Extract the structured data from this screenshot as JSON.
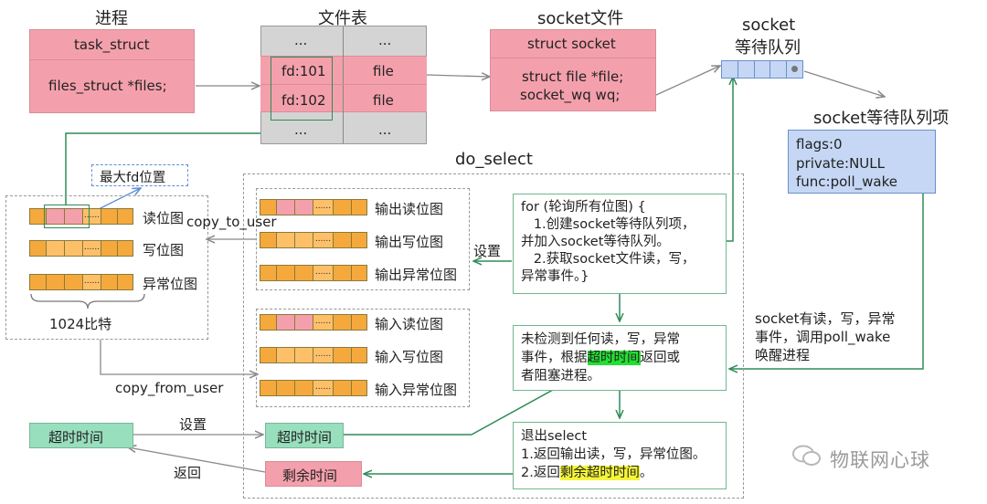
{
  "titles": {
    "process": "进程",
    "file_table": "文件表",
    "socket_file": "socket文件",
    "socket_wait_queue": [
      "socket",
      "等待队列"
    ],
    "socket_wait_item": "socket等待队列项",
    "do_select": "do_select"
  },
  "process": {
    "header": "task_struct",
    "body": "files_struct   *files;"
  },
  "file_table": {
    "top": [
      "...",
      "..."
    ],
    "rows": [
      {
        "fd": "fd:101",
        "file": "file"
      },
      {
        "fd": "fd:102",
        "file": "file"
      }
    ],
    "bottom": [
      "...",
      "..."
    ]
  },
  "socket": {
    "header": "struct socket",
    "lines": [
      "struct file *file;",
      "socket_wq wq;"
    ]
  },
  "wait_item": {
    "lines": [
      "flags:0",
      "private:NULL",
      "func:poll_wake"
    ]
  },
  "max_fd_label": "最大fd位置",
  "user_bitmaps": {
    "labels": [
      "读位图",
      "写位图",
      "异常位图"
    ],
    "bits_label": "1024比特"
  },
  "dots": "......",
  "output_bitmaps": [
    "输出读位图",
    "输出写位图",
    "输出异常位图"
  ],
  "input_bitmaps": [
    "输入读位图",
    "输入写位图",
    "输入异常位图"
  ],
  "arrows": {
    "copy_to_user": "copy_to_user",
    "copy_from_user": "copy_from_user",
    "set1": "设置",
    "set2": "设置",
    "return": "返回"
  },
  "timeout": {
    "user": "超时时间",
    "kernel": "超时时间",
    "remaining": "剩余时间"
  },
  "loop_box": {
    "lines": [
      "for (轮询所有位图) {",
      "   1.创建socket等待队列项，",
      "并加入socket等待队列。",
      "   2.获取socket文件读，写，",
      "异常事件。}"
    ]
  },
  "check_box": {
    "line1": "未检测到任何读，写，异常",
    "line2_pre": "事件，根据",
    "line2_hl": "超时时间",
    "line2_post": "返回或",
    "line3": "者阻塞进程。"
  },
  "exit_box": {
    "line1": "退出select",
    "line2": "1.返回输出读，写，异常位图。",
    "line3_pre": "2.返回",
    "line3_hl": "剩余超时时间",
    "line3_post": "。"
  },
  "wake_note": [
    "socket有读，写，异常",
    "事件，调用poll_wake",
    "唤醒进程"
  ],
  "watermark": "物联网心球"
}
